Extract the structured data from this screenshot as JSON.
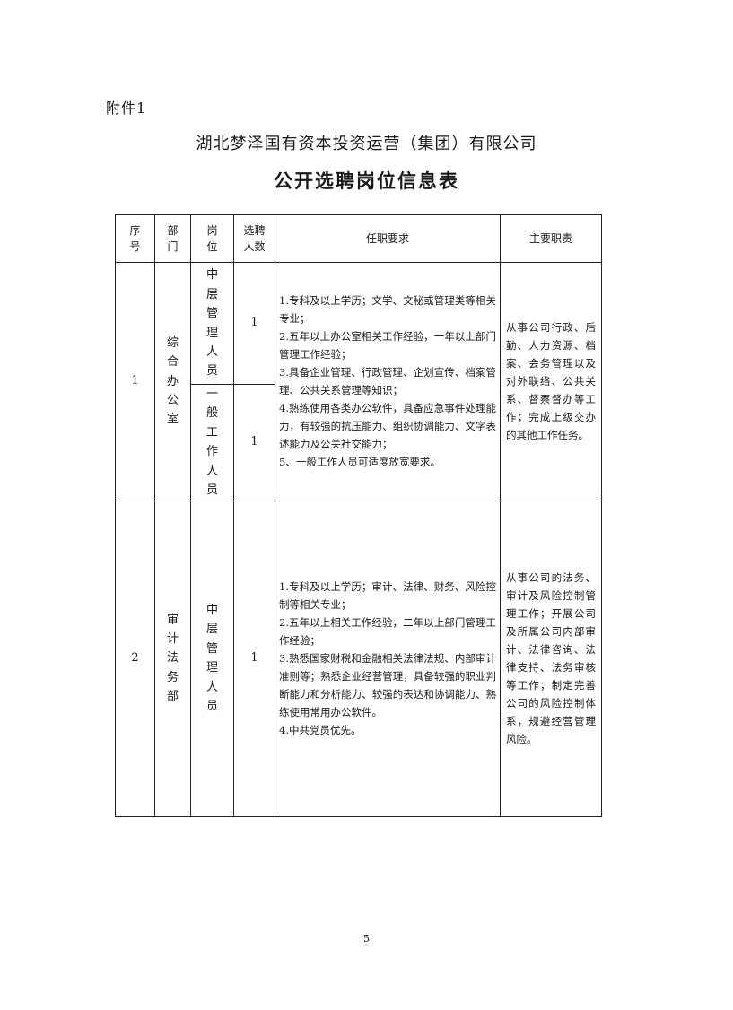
{
  "attachment_label": "附件1",
  "company_title": "湖北梦泽国有资本投资运营（集团）有限公司",
  "table_title": "公开选聘岗位信息表",
  "headers": {
    "seq": "序号",
    "dept": "部门",
    "post": "岗位",
    "count": "选聘人数",
    "requirements": "任职要求",
    "duties": "主要职责"
  },
  "rows": [
    {
      "seq": "1",
      "dept": "综合办公室",
      "posts": [
        {
          "name": "中层管理人员",
          "count": "1"
        },
        {
          "name": "一般工作人员",
          "count": "1"
        }
      ],
      "requirements": [
        "1.专科及以上学历；文学、文秘或管理类等相关专业；",
        "2.五年以上办公室相关工作经验，一年以上部门管理工作经验；",
        "3.具备企业管理、行政管理、企划宣传、档案管理、公共关系管理等知识；",
        "4.熟练使用各类办公软件，具备应急事件处理能力，有较强的抗压能力、组织协调能力、文字表述能力及公关社交能力；",
        "5、一般工作人员可适度放宽要求。"
      ],
      "duties": "从事公司行政、后勤、人力资源、档案、会务管理以及对外联络、公共关系、督察督办等工作；完成上级交办的其他工作任务。"
    },
    {
      "seq": "2",
      "dept": "审计法务部",
      "posts": [
        {
          "name": "中层管理人员",
          "count": "1"
        }
      ],
      "requirements": [
        "1.专科及以上学历；审计、法律、财务、风险控制等相关专业；",
        "2.五年以上相关工作经验，二年以上部门管理工作经验；",
        "3.熟悉国家财税和金融相关法律法规、内部审计准则等；熟悉企业经营管理，具备较强的职业判断能力和分析能力、较强的表达和协调能力、熟练使用常用办公软件。",
        "4.中共党员优先。"
      ],
      "duties": "从事公司的法务、审计及风险控制管理工作；开展公司及所属公司内部审计、法律咨询、法律支持、法务审核等工作；制定完善公司的风险控制体系，规避经营管理风险。"
    }
  ],
  "page_number": "5"
}
